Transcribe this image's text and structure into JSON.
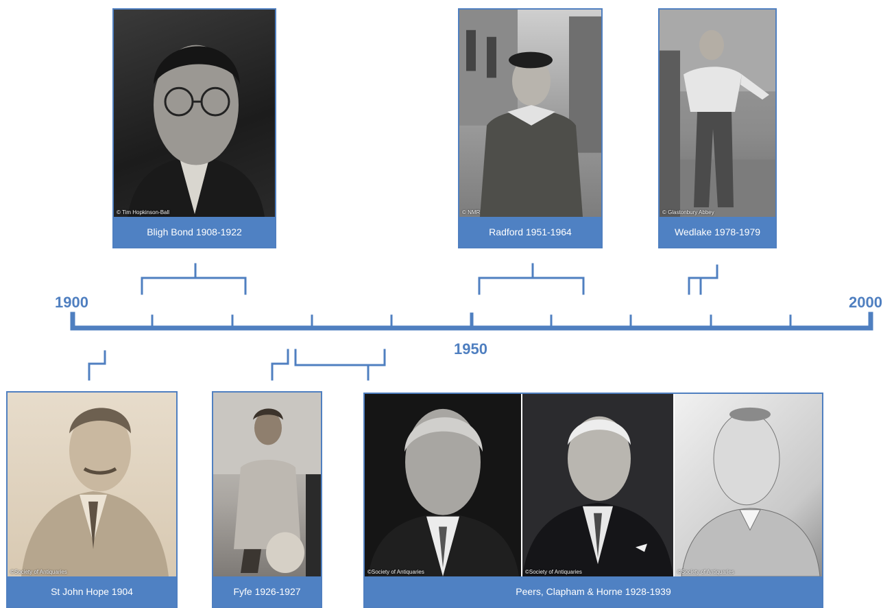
{
  "timeline": {
    "start_label": "1900",
    "mid_label": "1950",
    "end_label": "2000",
    "color": "#4f7fc0"
  },
  "cards": {
    "bligh_bond": {
      "caption": "Bligh Bond 1908-1922",
      "credit": "© Tim Hopkinson-Ball"
    },
    "radford": {
      "caption": "Radford 1951-1964",
      "credit": "© NMR"
    },
    "wedlake": {
      "caption": "Wedlake 1978-1979",
      "credit": "© Glastonbury Abbey"
    },
    "st_john_hope": {
      "caption": "St John Hope 1904",
      "credit": "©Society of Antiquaries"
    },
    "fyfe": {
      "caption": "Fyfe 1926-1927",
      "credit": ""
    },
    "peers_clapham_horne": {
      "caption": "Peers, Clapham & Horne 1928-1939",
      "credits": [
        "©Society of Antiquaries",
        "©Society of Antiquaries",
        "©Society of Antiquaries"
      ]
    }
  },
  "colors": {
    "accent": "#4f7fc0",
    "caption_bg": "#4f81c3"
  }
}
